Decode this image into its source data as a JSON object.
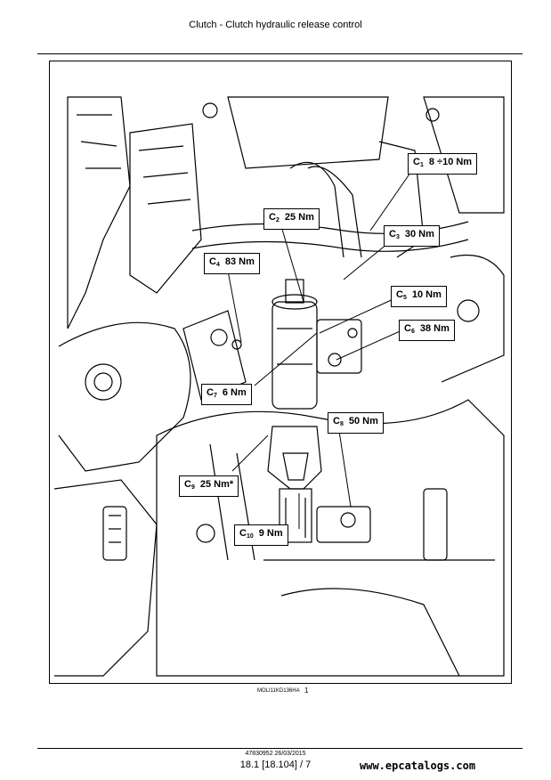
{
  "header": {
    "title": "Clutch - Clutch hydraulic release control"
  },
  "figure": {
    "reference": "MOLI11KD136HA",
    "number": "1",
    "callouts": [
      {
        "id": "C",
        "sub": "1",
        "label": "8 ÷10 Nm"
      },
      {
        "id": "C",
        "sub": "2",
        "label": "25 Nm"
      },
      {
        "id": "C",
        "sub": "3",
        "label": "30 Nm"
      },
      {
        "id": "C",
        "sub": "4",
        "label": "83 Nm"
      },
      {
        "id": "C",
        "sub": "5",
        "label": "10 Nm"
      },
      {
        "id": "C",
        "sub": "6",
        "label": "38 Nm"
      },
      {
        "id": "C",
        "sub": "7",
        "label": "6 Nm"
      },
      {
        "id": "C",
        "sub": "8",
        "label": "50 Nm"
      },
      {
        "id": "C",
        "sub": "9",
        "label": "25 Nm*"
      },
      {
        "id": "C",
        "sub": "10",
        "label": "9 Nm"
      }
    ]
  },
  "footer": {
    "doc_code": "47830952 26/03/2015",
    "page": "18.1 [18.104] / 7",
    "watermark": "www.epcatalogs.com"
  }
}
